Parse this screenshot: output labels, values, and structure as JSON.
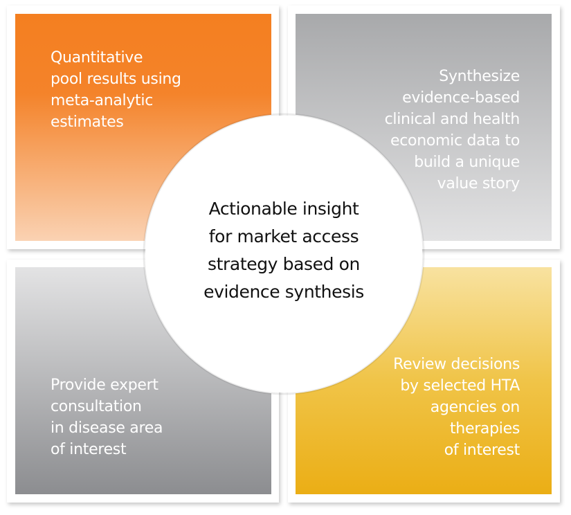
{
  "center": {
    "text": "Actionable insight\nfor market access\nstrategy based on\nevidence synthesis"
  },
  "quadrants": {
    "top_left": {
      "text": "Quantitative\npool results using\nmeta-analytic\nestimates",
      "color_top": "#f47f20",
      "color_bottom": "#fad2b3"
    },
    "top_right": {
      "text": "Synthesize\nevidence-based\nclinical and health\neconomic data to\nbuild a unique\nvalue story",
      "color_top": "#a8a9ab",
      "color_bottom": "#e2e2e3"
    },
    "bottom_left": {
      "text": "Provide expert\nconsultation\nin disease area\nof interest",
      "color_top": "#e3e3e4",
      "color_bottom": "#8c8d90"
    },
    "bottom_right": {
      "text": "Review decisions\nby selected HTA\nagencies on\ntherapies\nof interest",
      "color_top": "#f8e2a0",
      "color_bottom": "#ebae15"
    }
  }
}
